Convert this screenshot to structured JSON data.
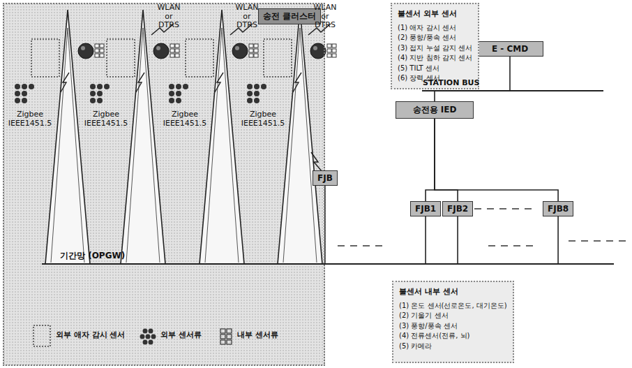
{
  "diagram": {
    "nodes": [
      {
        "text": [
          "송전 클러스터"
        ]
      },
      {
        "text": [
          "FJB"
        ],
        "in": 0
      },
      {
        "text": [
          "E - CMD"
        ]
      },
      {
        "text": [
          "송전용 IED"
        ]
      },
      {
        "text": [
          "FJB1"
        ]
      },
      {
        "text": [
          "FJB2"
        ]
      },
      {
        "text": [
          "FJB8"
        ]
      },
      {
        "text": [
          "불센서 외부 센서",
          "(1) 애자 감시 센서",
          "(2) 풍향/풍속 센서",
          "(3) 접지 누설 감지 센서",
          "(4) 지반 침하 감지 센서",
          "(5) TILT 센서",
          "(6) 장력 센서"
        ]
      },
      {
        "text": [
          "불센서 내부 센서",
          "(1) 온도 센서(선로온도, 대기온도)",
          "(2) 기울기 센서",
          "(3) 풍향/풍속 센서",
          "(4) 전류센서(전류, 뇌)",
          "(5) 카메라"
        ]
      }
    ],
    "edges": [
      {
        "from": 2,
        "to": 3,
        "arrow": "none"
      },
      {
        "from": 3,
        "to": 4,
        "arrow": "none"
      },
      {
        "from": 3,
        "to": 5,
        "arrow": "none"
      },
      {
        "from": 3,
        "to": 6,
        "arrow": "none"
      }
    ],
    "labels": [
      "WLAN or DTRS",
      "WLAN or DTRS",
      "WLAN or DTRS",
      "Zigbee IEEE1451.5",
      "Zigbee IEEE1451.5",
      "Zigbee IEEE1451.5",
      "Zigbee IEEE1451.5",
      "STATION BUS",
      "기간망 (OPGW)"
    ],
    "legend": [
      {
        "text": "외부 애자 감시 센서"
      },
      {
        "text": "외부 센서류"
      },
      {
        "text": "내부 센서류"
      }
    ]
  }
}
